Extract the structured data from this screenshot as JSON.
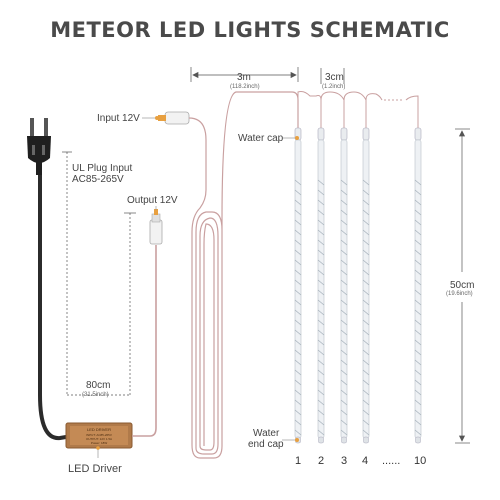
{
  "title": "METEOR LED LIGHTS SCHEMATIC",
  "labels": {
    "input": "Input 12V",
    "plug": "UL Plug Input",
    "voltage": "AC85-265V",
    "output": "Output 12V",
    "water_cap": "Water cap",
    "water_end_cap_1": "Water",
    "water_end_cap_2": "end cap",
    "led_driver": "LED Driver"
  },
  "dimensions": {
    "lead_length": "3m",
    "lead_length_inch": "(118.2inch)",
    "spacing": "3cm",
    "spacing_inch": "(1.2inch)",
    "tube_length": "50cm",
    "tube_length_inch": "(19.6inch)",
    "cable_length": "80cm",
    "cable_length_inch": "(31.5inch)"
  },
  "driver_box": {
    "name": "LED DRIVER",
    "line1": "INPUT: AC85-265V",
    "line2": "OUTPUT: 12V 1.5A",
    "line3": "Power: 18W"
  },
  "tube_numbers": [
    "1",
    "2",
    "3",
    "4",
    "......",
    "10"
  ],
  "colors": {
    "title": "#4a4a4a",
    "wire": "#c9a0a0",
    "cable": "#2b2b2b",
    "driver": "#b07a4a",
    "tube": "#d8dde2"
  }
}
